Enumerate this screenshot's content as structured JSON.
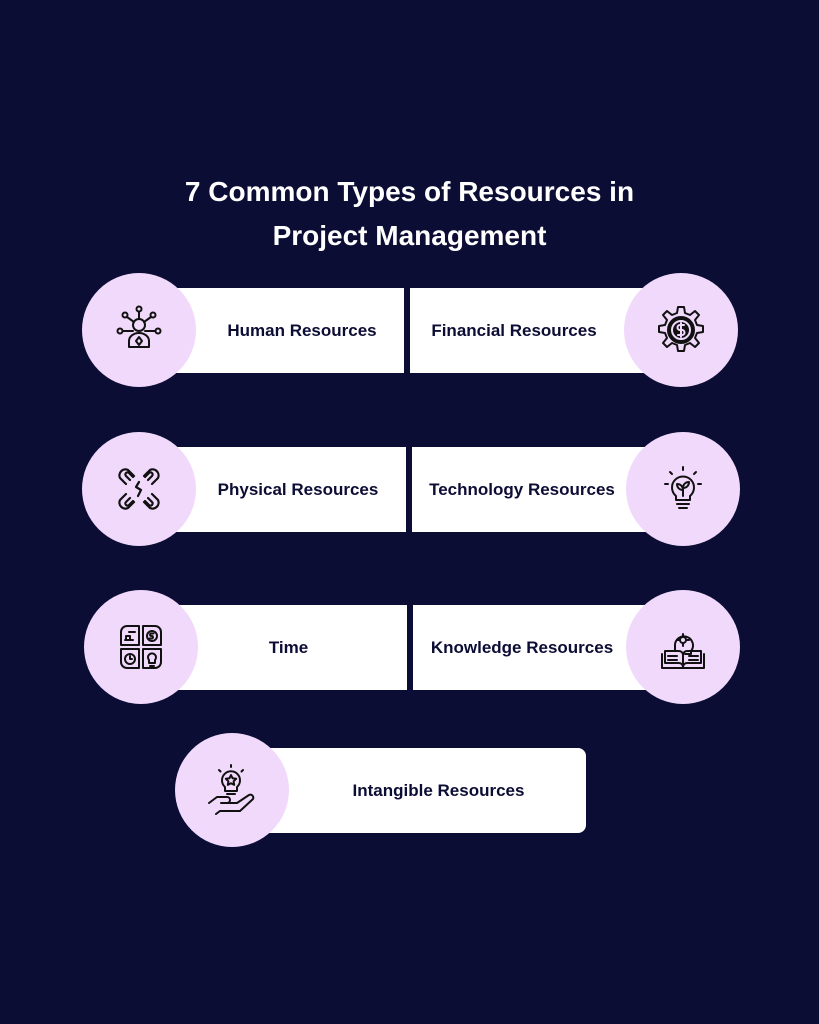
{
  "title": {
    "line1": "7 Common Types of Resources in",
    "line2": "Project Management"
  },
  "resources": [
    {
      "label": "Human Resources",
      "icon": "human-network-icon"
    },
    {
      "label": "Financial Resources",
      "icon": "dollar-gear-icon"
    },
    {
      "label": "Physical Resources",
      "icon": "broken-chain-icon"
    },
    {
      "label": "Technology Resources",
      "icon": "lightbulb-plant-icon"
    },
    {
      "label": "Time",
      "icon": "time-money-grid-icon"
    },
    {
      "label": "Knowledge Resources",
      "icon": "head-book-icon"
    },
    {
      "label": "Intangible Resources",
      "icon": "hand-lightbulb-icon"
    }
  ],
  "colors": {
    "background": "#0c0d35",
    "card": "#ffffff",
    "circle": "#f1d9fb",
    "text_dark": "#0c0d35",
    "text_light": "#ffffff"
  }
}
